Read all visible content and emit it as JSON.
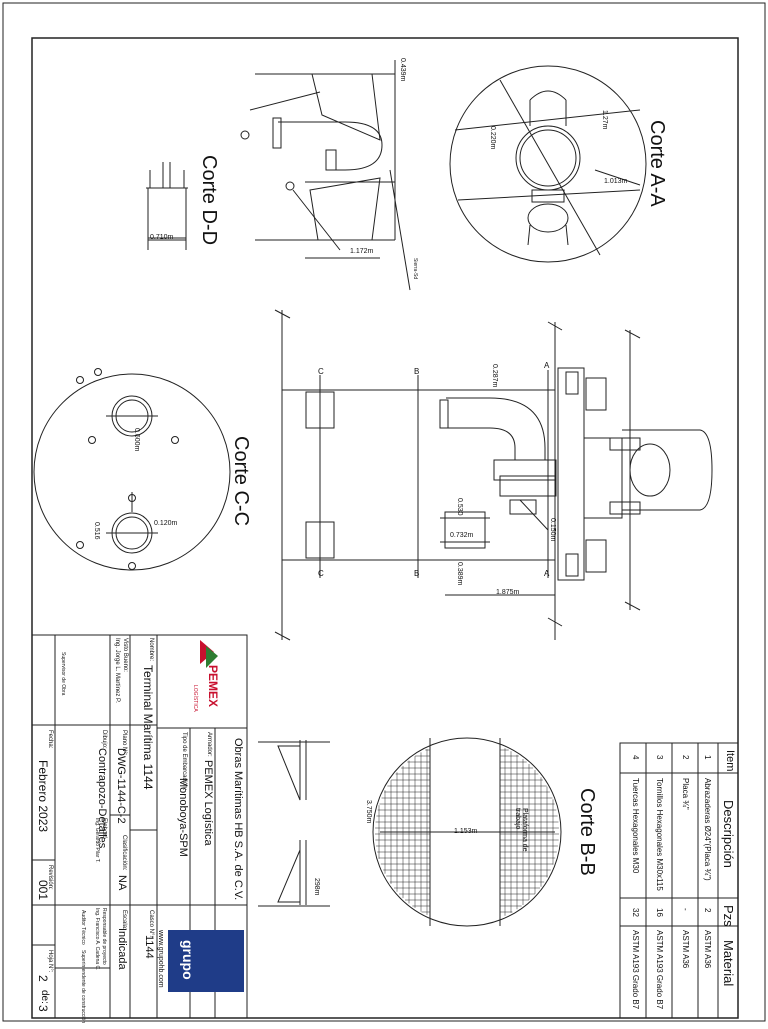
{
  "sections": {
    "aa": "Corte A-A",
    "bb": "Corte B-B",
    "cc": "Corte C-C",
    "dd": "Corte D-D"
  },
  "dims": {
    "d_0439": "0.439m",
    "d_1172": "1.172m",
    "d_0710": "0.710m",
    "d_0220": "0.220m",
    "d_1013": "1.013m",
    "d_0287": "0.287m",
    "d_0530": "0.530",
    "d_0732": "0.732m",
    "d_1875": "1.875m",
    "d_0389": "0.389m",
    "d_0120": "0.120m",
    "d_1153": "1.153m",
    "d_298": "298m",
    "d_3750": "3.750m",
    "d_0600": "0.600m",
    "d_0150": "0.150m",
    "d_127": "1.27m",
    "d_0516": "0.516"
  },
  "labels": {
    "soldadura": "Sierra-Sd",
    "plataforma": "Plataforma de trabajo",
    "axis_a": "A",
    "axis_b": "B",
    "axis_c": "C"
  },
  "bom": {
    "headers": {
      "item": "Item",
      "desc": "Descripción",
      "pzs": "Pzs",
      "mat": "Material"
    },
    "rows": [
      {
        "item": "1",
        "desc": "Abrazaderas Ø24\"(Placa ¾\")",
        "pzs": "2",
        "mat": "ASTM A36"
      },
      {
        "item": "2",
        "desc": "Placa ¾\"",
        "pzs": "-",
        "mat": "ASTM A36"
      },
      {
        "item": "3",
        "desc": "Tornillos Hexagonales M30x115",
        "pzs": "16",
        "mat": "ASTM A193 Grado B7"
      },
      {
        "item": "4",
        "desc": "Tuercas Hexagonales M30",
        "pzs": "32",
        "mat": "ASTM A193 Grado B7"
      }
    ]
  },
  "title_block": {
    "company": "Obras Marítimas HB S.A. de C.V.",
    "armador_label": "Armador:",
    "armador": "PEMEX Logística",
    "tipo_label": "Tipo de Embarcación:",
    "tipo": "Monoboya-SPM",
    "web": "www.grupohb.com",
    "nombre_label": "Nombre:",
    "nombre": "Terminal Marítima 1144",
    "casco_label": "Casco N°:",
    "casco": "1144",
    "plano_label": "Plano N°:",
    "plano": "DWG-1144-C-2",
    "clasif_label": "Clasificación:",
    "clasif": "NA",
    "escala_label": "Escala:",
    "escala": "Indicada",
    "dibujo_label": "Dibujo:",
    "dibujo": "Contrapozo-Detalles",
    "elaboro_label": "Elaboró",
    "elaboro": "Ing. Gerardo Pilar T.",
    "responsable_label": "Responsable de proyecto",
    "responsable": "Ing. Francisco A. Cadena C.",
    "fecha_label": "Fecha:",
    "fecha": "Febrero 2023",
    "revision_label": "Revisión:",
    "revision": "001",
    "auditor_label": "Auditor Técnico",
    "supervisor_label": "Superintendente de construcción",
    "hoja_label": "Hoja N°:",
    "hoja": "2",
    "de_label": "de:",
    "de": "3",
    "visto_label": "Visto Bueno:",
    "visto": "Ing. Jorge L. Martínez P.",
    "supervisor_obra": "Supervisor de Obra",
    "pemex": "PEMEX",
    "logistica": "LOGÍSTICA",
    "grupo": "grupo"
  },
  "colors": {
    "line": "#1a1a1a",
    "pemex_red": "#c8102e",
    "pemex_green": "#2e7d32",
    "hb_blue": "#1f3c88"
  }
}
